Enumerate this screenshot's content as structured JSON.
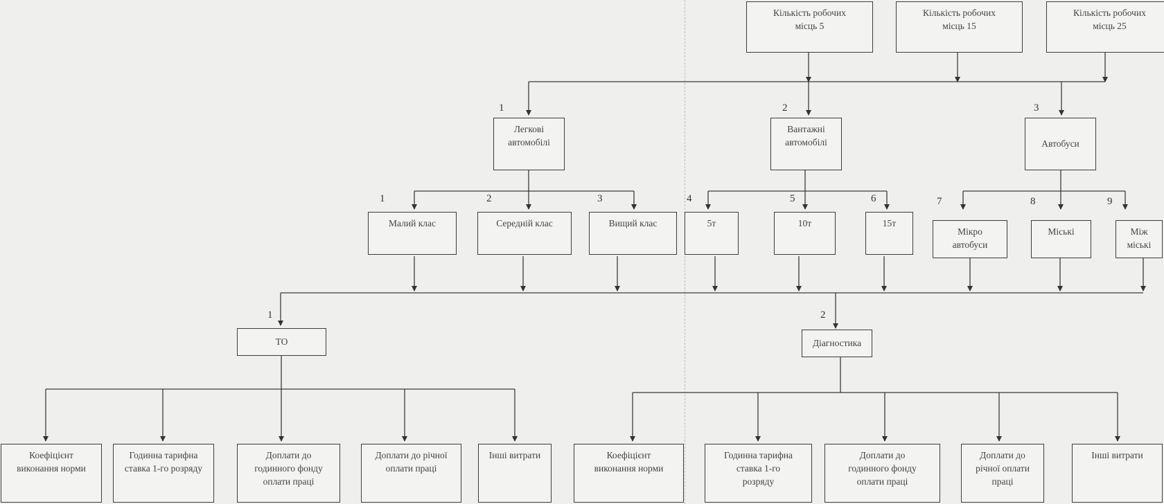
{
  "top_boxes": [
    "Кількість робочих\nмісць 5",
    "Кількість робочих\nмісць 15",
    "Кількість робочих\nмісць 25"
  ],
  "categories": [
    {
      "num": "1",
      "label": "Легкові\nавтомобілі"
    },
    {
      "num": "2",
      "label": "Вантажні\nавтомобілі"
    },
    {
      "num": "3",
      "label": "Автобуси"
    }
  ],
  "subcategories": [
    {
      "num": "1",
      "label": "Малий клас"
    },
    {
      "num": "2",
      "label": "Середній клас"
    },
    {
      "num": "3",
      "label": "Вищий клас"
    },
    {
      "num": "4",
      "label": "5т"
    },
    {
      "num": "5",
      "label": "10т"
    },
    {
      "num": "6",
      "label": "15т"
    },
    {
      "num": "7",
      "label": "Мікро\nавтобуси"
    },
    {
      "num": "8",
      "label": "Міські"
    },
    {
      "num": "9",
      "label": "Між\nміські"
    }
  ],
  "processes": [
    {
      "num": "1",
      "label": "ТО"
    },
    {
      "num": "2",
      "label": "Діагностика"
    }
  ],
  "to_items": [
    "Коефіцієнт\nвиконання норми",
    "Годинна тарифна\nставка 1-го розряду",
    "Доплати до\nгодинного фонду\nоплати праці",
    "Доплати до річної\nоплати праці",
    "Інші витрати"
  ],
  "diag_items": [
    "Коефіцієнт\nвиконання норми",
    "Годинна тарифна\nставка 1-го\nрозряду",
    "Доплати до\nгодинного фонду\nоплати праці",
    "Доплати до\nрічної оплати\nпраці",
    "Інші витрати"
  ]
}
